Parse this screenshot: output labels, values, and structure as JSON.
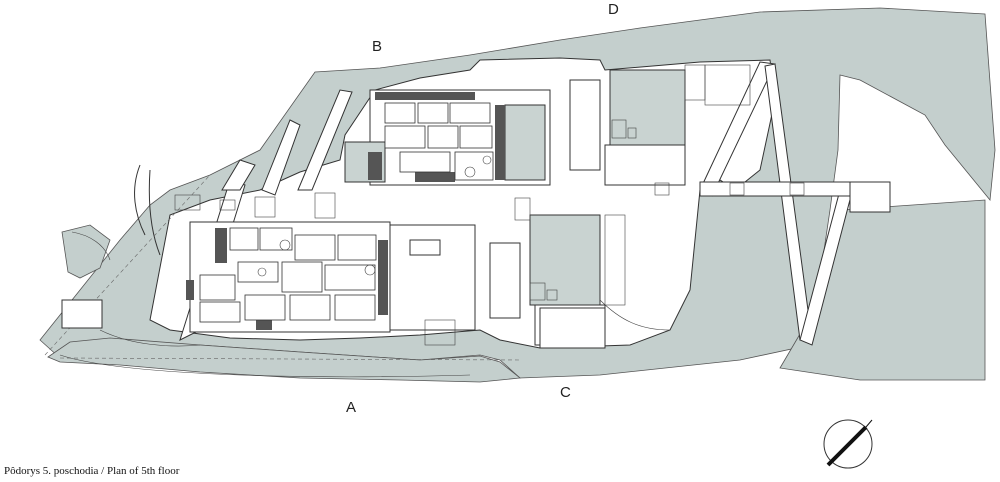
{
  "labels": {
    "block_a": "A",
    "block_b": "B",
    "block_c": "C",
    "block_d": "D"
  },
  "caption": "Pôdorys  5. poschodia / Plan of 5th floor",
  "colors": {
    "terrain": "#c4cfcd",
    "roof_terrace": "#c9d3d1",
    "stair_hatch": "#555555",
    "line": "#333333"
  },
  "icons": {
    "north_arrow": "north-arrow-icon"
  }
}
